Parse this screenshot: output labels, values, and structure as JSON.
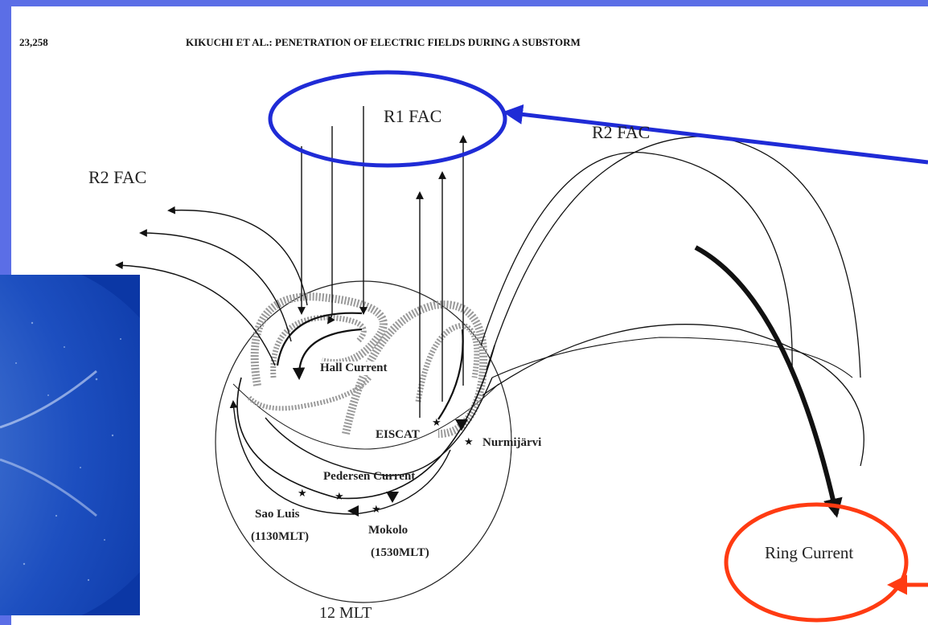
{
  "header": {
    "page_number": "23,258",
    "running_title": "KIKUCHI ET AL.: PENETRATION OF ELECTRIC FIELDS DURING A SUBSTORM"
  },
  "diagram": {
    "labels": {
      "r1_fac": "R1 FAC",
      "r2_fac_left": "R2 FAC",
      "r2_fac_right": "R2 FAC",
      "hall_current": "Hall Current",
      "eiscat": "EISCAT",
      "nurmijarvi": "Nurmijärvi",
      "pedersen_current": "Pedersen Current",
      "sao_luis": "Sao Luis",
      "sao_luis_mlt": "(1130MLT)",
      "mokolo": "Mokolo",
      "mokolo_mlt": "(1530MLT)",
      "ring_current": "Ring Current",
      "mlt_12": "12 MLT"
    },
    "colors": {
      "frame": "#5b6ee6",
      "highlight_blue": "#1f2bd6",
      "highlight_red": "#ff3b12",
      "line": "#111111",
      "gray_band": "#9a9a9a"
    }
  }
}
